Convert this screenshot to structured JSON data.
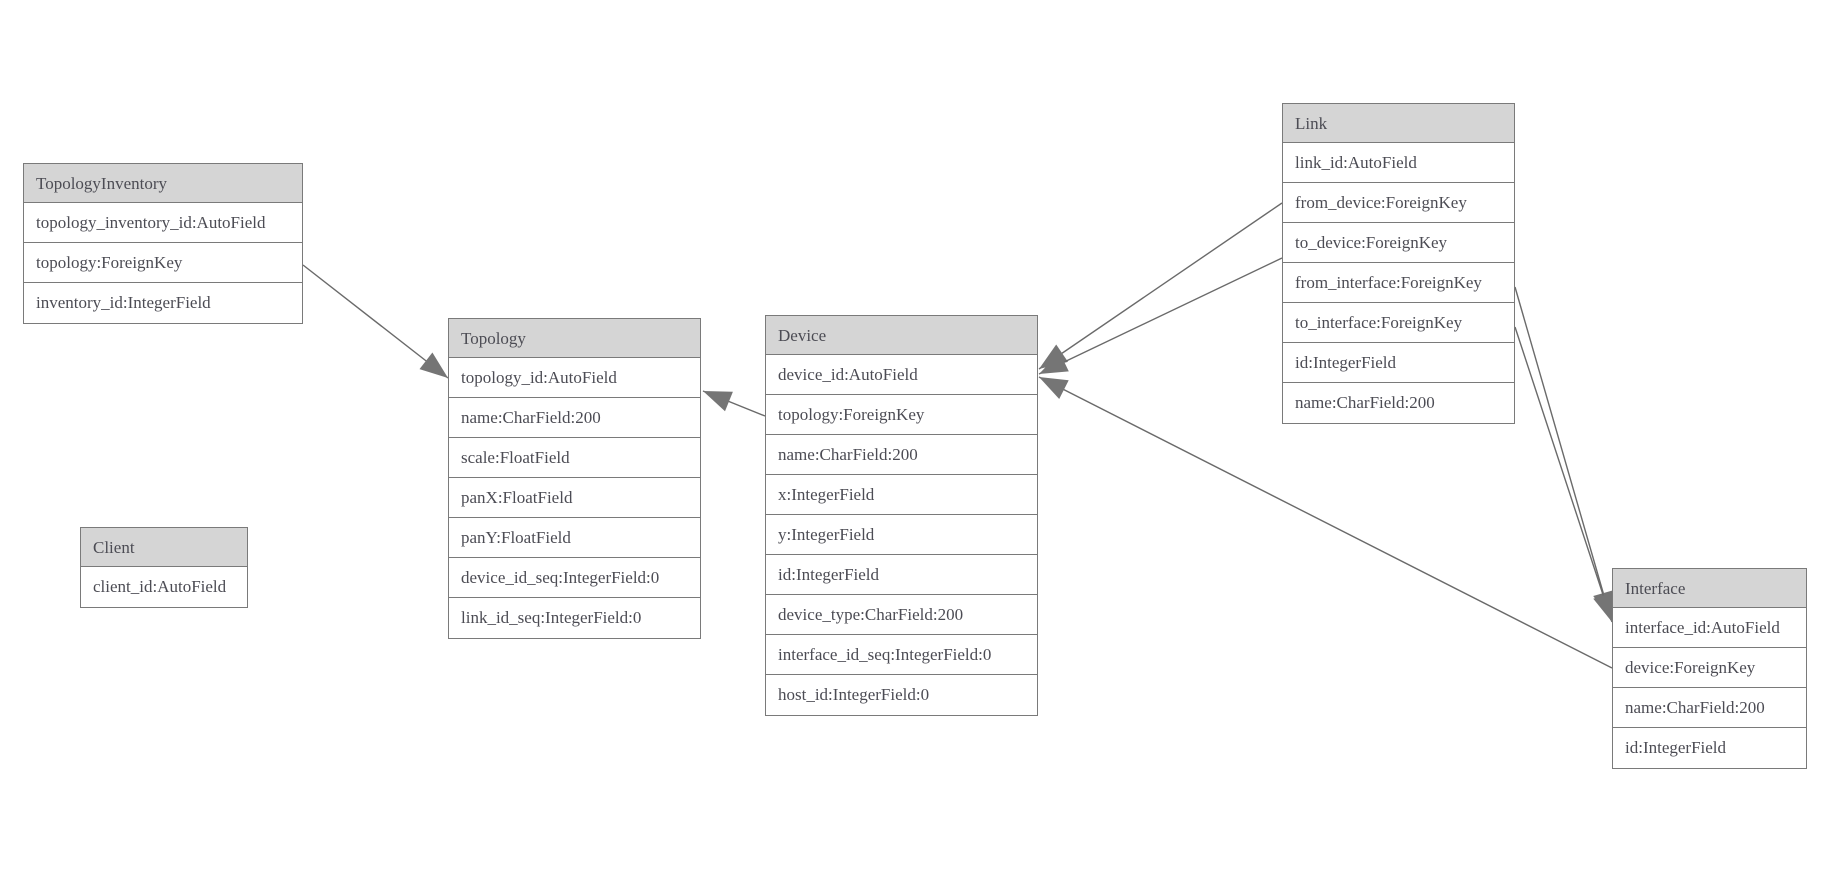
{
  "diagram": {
    "entities": {
      "topologyinventory": {
        "title": "TopologyInventory",
        "fields": [
          "topology_inventory_id:AutoField",
          "topology:ForeignKey",
          "inventory_id:IntegerField"
        ]
      },
      "topology": {
        "title": "Topology",
        "fields": [
          "topology_id:AutoField",
          "name:CharField:200",
          "scale:FloatField",
          "panX:FloatField",
          "panY:FloatField",
          "device_id_seq:IntegerField:0",
          "link_id_seq:IntegerField:0"
        ]
      },
      "client": {
        "title": "Client",
        "fields": [
          "client_id:AutoField"
        ]
      },
      "device": {
        "title": "Device",
        "fields": [
          "device_id:AutoField",
          "topology:ForeignKey",
          "name:CharField:200",
          "x:IntegerField",
          "y:IntegerField",
          "id:IntegerField",
          "device_type:CharField:200",
          "interface_id_seq:IntegerField:0",
          "host_id:IntegerField:0"
        ]
      },
      "link": {
        "title": "Link",
        "fields": [
          "link_id:AutoField",
          "from_device:ForeignKey",
          "to_device:ForeignKey",
          "from_interface:ForeignKey",
          "to_interface:ForeignKey",
          "id:IntegerField",
          "name:CharField:200"
        ]
      },
      "interface": {
        "title": "Interface",
        "fields": [
          "interface_id:AutoField",
          "device:ForeignKey",
          "name:CharField:200",
          "id:IntegerField"
        ]
      }
    },
    "relations": [
      {
        "from": "TopologyInventory.topology",
        "to": "Topology"
      },
      {
        "from": "Device.topology",
        "to": "Topology"
      },
      {
        "from": "Link.from_device",
        "to": "Device"
      },
      {
        "from": "Link.to_device",
        "to": "Device"
      },
      {
        "from": "Link.from_interface",
        "to": "Interface"
      },
      {
        "from": "Link.to_interface",
        "to": "Interface"
      },
      {
        "from": "Interface.device",
        "to": "Device"
      }
    ],
    "colors": {
      "background": "#ffffff",
      "header_bg": "#d5d5d5",
      "row_bg": "#ffffff",
      "border": "#7a7a7a",
      "text": "#4c4c54",
      "edge": "#6a6a6a",
      "arrow": "#757575"
    }
  }
}
